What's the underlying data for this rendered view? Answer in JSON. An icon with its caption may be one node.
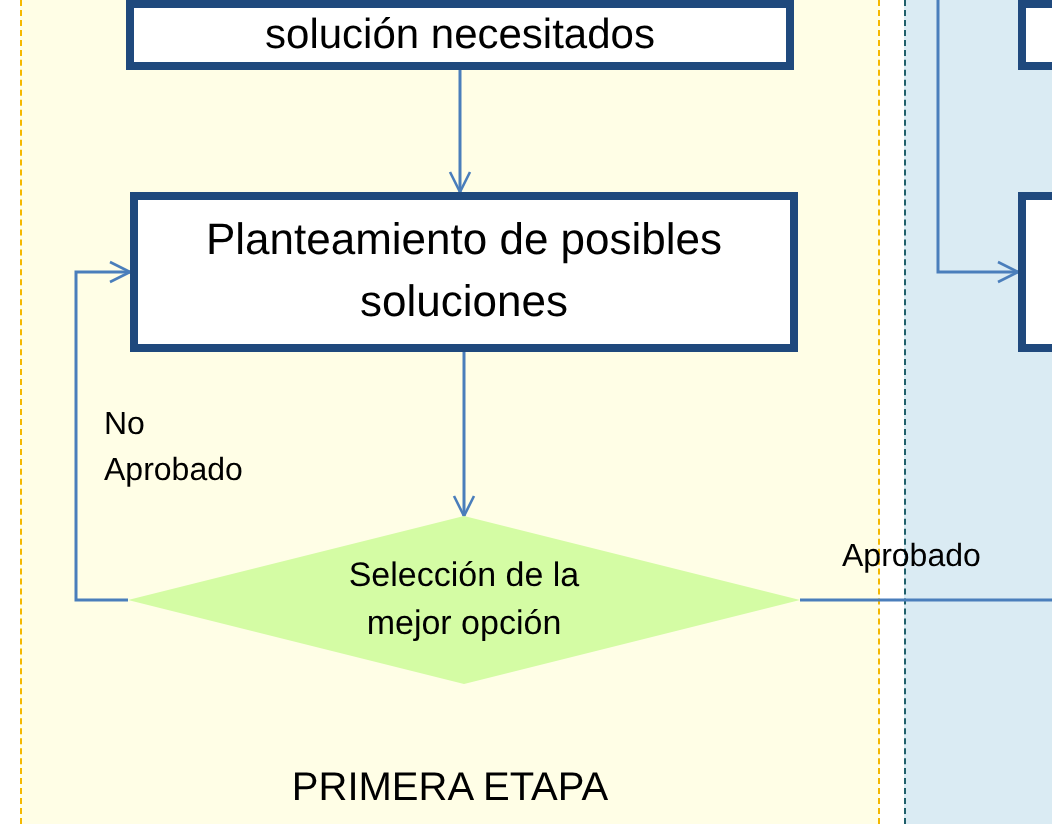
{
  "diagram": {
    "nodes": [
      {
        "text": [
          "PRIMERA ETAPA"
        ]
      },
      {
        "text": [
          "solución necesitados"
        ],
        "in": 0
      },
      {
        "text": [
          "Planteamiento de posibles soluciones"
        ],
        "in": 0
      },
      {
        "text": [
          "Selección de la mejor opción"
        ],
        "in": 0
      },
      {
        "text": [],
        "shape": "box"
      },
      {
        "text": [],
        "shape": "box",
        "in": 4
      },
      {
        "text": [],
        "shape": "box",
        "in": 4
      }
    ],
    "edges": [
      {
        "from": 1,
        "to": 2,
        "arrow": "to"
      },
      {
        "from": 2,
        "to": 3,
        "arrow": "to"
      },
      {
        "from": 3,
        "to": 2,
        "arrow": "to",
        "label": "No Aprobado"
      },
      {
        "from": 3,
        "to": 4,
        "arrow": "none",
        "label": "Aprobado"
      },
      {
        "from": null,
        "to": 6,
        "arrow": "to"
      }
    ]
  }
}
